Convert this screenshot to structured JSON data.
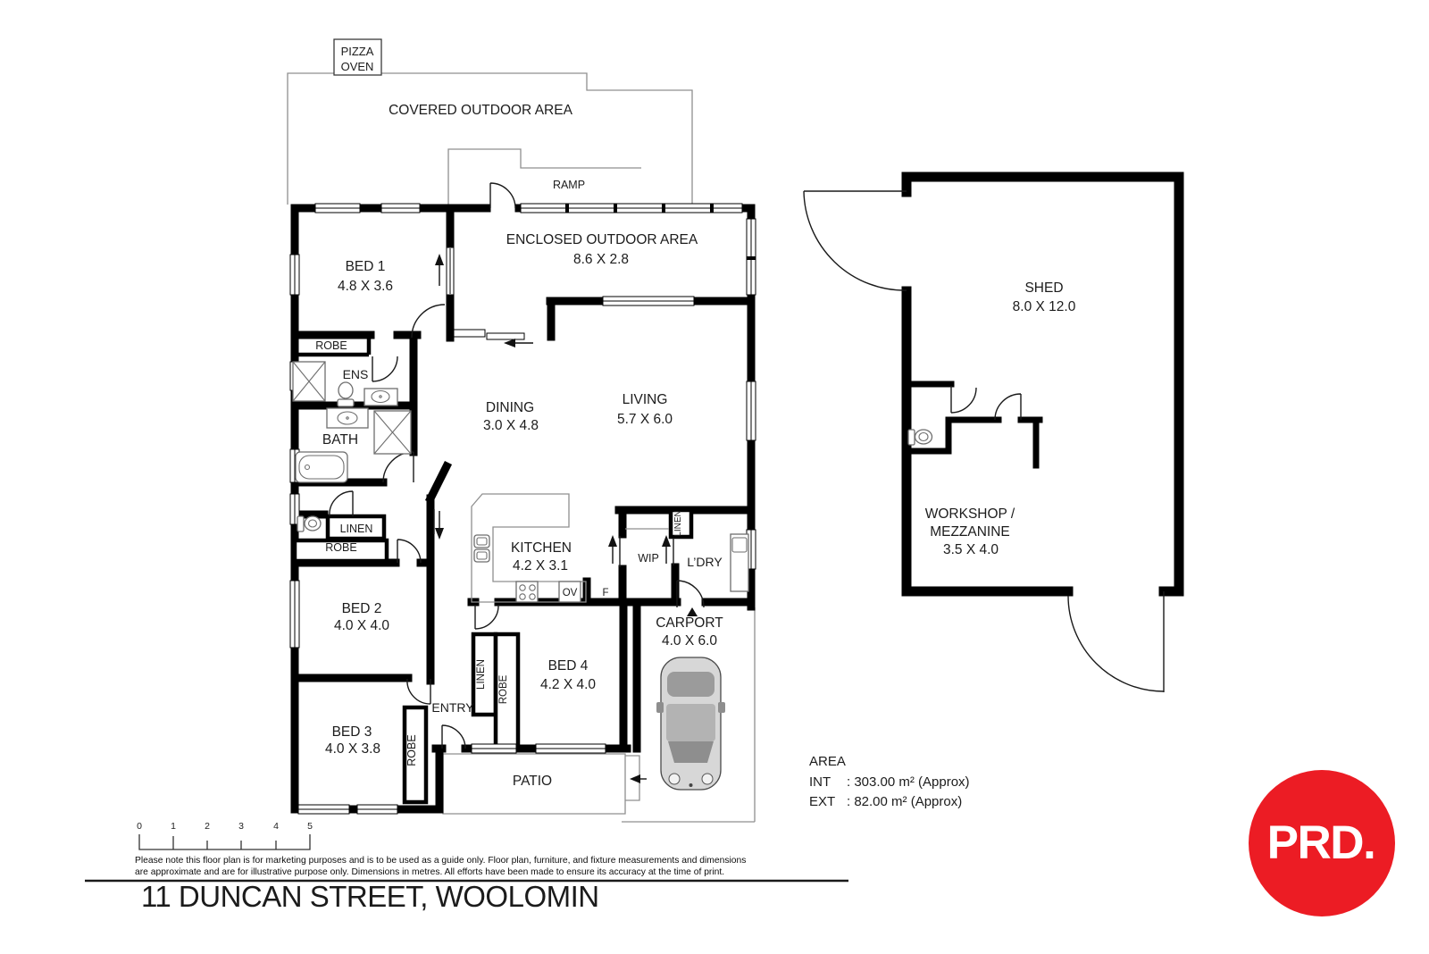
{
  "colors": {
    "walls": "#000000",
    "logo_red": "#EC1C24"
  },
  "title": "11 DUNCAN STREET, WOOLOMIN",
  "logo": {
    "text": "PRD."
  },
  "rooms": {
    "bed1": {
      "name": "BED 1",
      "dims": "4.8 X 3.6"
    },
    "bed2": {
      "name": "BED 2",
      "dims": "4.0 X 4.0"
    },
    "bed3": {
      "name": "BED 3",
      "dims": "4.0 X 3.8"
    },
    "bed4": {
      "name": "BED 4",
      "dims": "4.2 X 4.0"
    },
    "dining": {
      "name": "DINING",
      "dims": "3.0 X 4.8"
    },
    "living": {
      "name": "LIVING",
      "dims": "5.7 X 6.0"
    },
    "kitchen": {
      "name": "KITCHEN",
      "dims": "4.2 X 3.1"
    },
    "ens": {
      "name": "ENS"
    },
    "bath": {
      "name": "BATH"
    },
    "entry": {
      "name": "ENTRY"
    },
    "wip": {
      "name": "WIP"
    },
    "laundry": {
      "name": "L’DRY"
    }
  },
  "outdoor": {
    "pizza_oven": {
      "line1": "PIZZA",
      "line2": "OVEN"
    },
    "covered": {
      "name": "COVERED OUTDOOR AREA"
    },
    "ramp": {
      "name": "RAMP"
    },
    "enclosed": {
      "name": "ENCLOSED OUTDOOR AREA",
      "dims": "8.6 X 2.8"
    },
    "carport": {
      "name": "CARPORT",
      "dims": "4.0 X 6.0"
    },
    "patio": {
      "name": "PATIO"
    }
  },
  "shed": {
    "name": "SHED",
    "dims": "8.0 X 12.0",
    "workshop": {
      "line1": "WORKSHOP /",
      "line2": "MEZZANINE",
      "dims": "3.5 X 4.0"
    }
  },
  "closets": {
    "robe": "ROBE",
    "linen": "LINEN"
  },
  "appliances": {
    "oven": "OV",
    "fridge": "F"
  },
  "area_summary": {
    "heading": "AREA",
    "int": {
      "label": "INT",
      "value": ": 303.00 m² (Approx)"
    },
    "ext": {
      "label": "EXT",
      "value": ": 82.00 m² (Approx)"
    }
  },
  "scale_bar": {
    "labels": [
      "0",
      "1",
      "2",
      "3",
      "4",
      "5"
    ]
  },
  "disclaimer": {
    "line1": "Please note this floor plan is for marketing purposes and is to be used as a guide only. Floor plan, furniture, and fixture measurements and dimensions",
    "line2": "are approximate and are for illustrative purpose only. Dimensions in metres. All efforts have been made to ensure its accuracy at the time of print."
  }
}
